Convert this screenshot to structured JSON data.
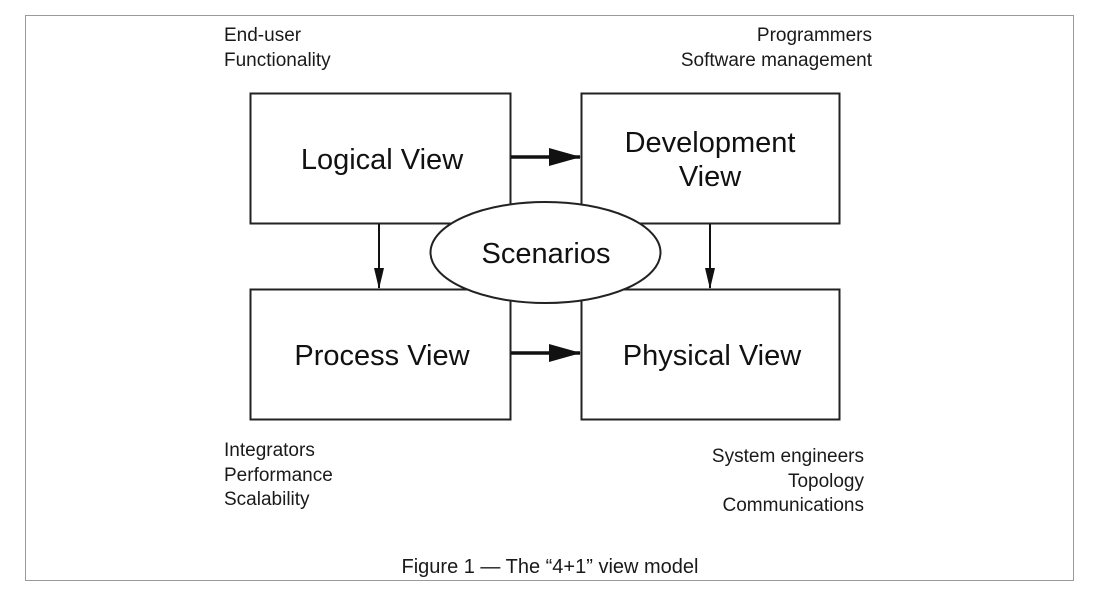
{
  "diagram": {
    "title": "The “4+1” view model",
    "caption": "Figure 1 — The “4+1” view model",
    "nodes": {
      "logical": {
        "label": "Logical View",
        "lines": [
          "Logical View"
        ]
      },
      "development": {
        "label": "Development View",
        "lines": [
          "Development",
          "View"
        ]
      },
      "process": {
        "label": "Process View",
        "lines": [
          "Process View"
        ]
      },
      "physical": {
        "label": "Physical View",
        "lines": [
          "Physical View"
        ]
      },
      "scenarios": {
        "label": "Scenarios",
        "lines": [
          "Scenarios"
        ]
      }
    },
    "edges": [
      {
        "from": "logical",
        "to": "development",
        "style": "bold-arrow"
      },
      {
        "from": "process",
        "to": "physical",
        "style": "bold-arrow"
      },
      {
        "from": "logical",
        "to": "process",
        "style": "thin-arrow"
      },
      {
        "from": "development",
        "to": "physical",
        "style": "thin-arrow"
      }
    ],
    "annotations": {
      "logical": [
        "End-user",
        "Functionality"
      ],
      "development": [
        "Programmers",
        "Software management"
      ],
      "process": [
        "Integrators",
        "Performance",
        "Scalability"
      ],
      "physical": [
        "System engineers",
        "Topology",
        "Communications"
      ]
    },
    "colors": {
      "stroke": "#222222",
      "frame": "#9a9a9a",
      "background": "#ffffff"
    }
  }
}
